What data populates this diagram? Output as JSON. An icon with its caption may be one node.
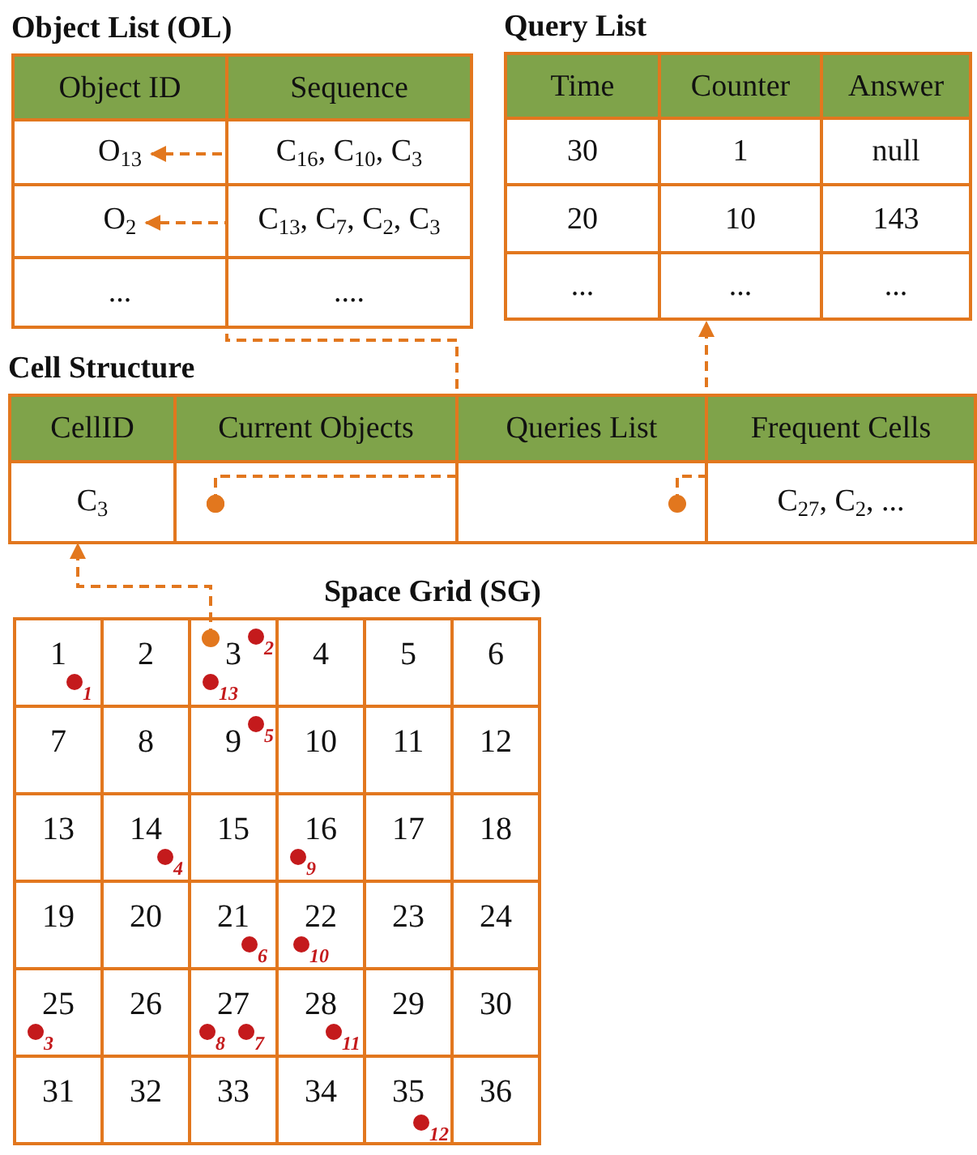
{
  "diagram": {
    "nodes": [
      {
        "text": [
          "Object List (OL)"
        ]
      },
      {
        "text": [
          "Object ID"
        ],
        "in": 0
      },
      {
        "text": [
          "Sequence"
        ],
        "in": 0
      },
      {
        "text": [
          "O$_{13}$"
        ],
        "in": 0
      },
      {
        "text": [
          "C$_{16}$, C$_{10}$, C$_{3}$"
        ],
        "in": 0
      },
      {
        "text": [
          "O$_{2}$"
        ],
        "in": 0
      },
      {
        "text": [
          "C$_{13}$, C$_{7}$, C$_{2}$, C$_{3}$"
        ],
        "in": 0
      },
      {
        "text": [
          "..."
        ],
        "in": 0
      },
      {
        "text": [
          "...."
        ],
        "in": 0
      },
      {
        "text": [
          "Query List"
        ]
      },
      {
        "text": [
          "Time"
        ],
        "in": 9
      },
      {
        "text": [
          "Counter"
        ],
        "in": 9
      },
      {
        "text": [
          "Answer"
        ],
        "in": 9
      },
      {
        "text": [
          "30"
        ],
        "in": 9
      },
      {
        "text": [
          "1"
        ],
        "in": 9
      },
      {
        "text": [
          "null"
        ],
        "in": 9
      },
      {
        "text": [
          "20"
        ],
        "in": 9
      },
      {
        "text": [
          "10"
        ],
        "in": 9
      },
      {
        "text": [
          "143"
        ],
        "in": 9
      },
      {
        "text": [
          "..."
        ],
        "in": 9
      },
      {
        "text": [
          "..."
        ],
        "in": 9
      },
      {
        "text": [
          "..."
        ],
        "in": 9
      },
      {
        "text": [
          "Cell Structure"
        ]
      },
      {
        "text": [
          "CellID"
        ],
        "in": 22
      },
      {
        "text": [
          "Current Objects"
        ],
        "in": 22
      },
      {
        "text": [
          "Queries List"
        ],
        "in": 22
      },
      {
        "text": [
          "Frequent Cells"
        ],
        "in": 22
      },
      {
        "text": [
          "C$_{3}$"
        ],
        "in": 22
      },
      {
        "text": [],
        "shape": "box",
        "in": 22
      },
      {
        "text": [],
        "shape": "box",
        "in": 22
      },
      {
        "text": [
          "C$_{27}$, C$_{2}$, ..."
        ],
        "in": 22
      },
      {
        "text": [
          "Space Grid (SG)"
        ]
      },
      {
        "text": [
          "1"
        ],
        "in": 31
      },
      {
        "text": [
          "2"
        ],
        "in": 31
      },
      {
        "text": [
          "3"
        ],
        "in": 31
      },
      {
        "text": [
          "4"
        ],
        "in": 31
      },
      {
        "text": [
          "5"
        ],
        "in": 31
      },
      {
        "text": [
          "6"
        ],
        "in": 31
      },
      {
        "text": [
          "7"
        ],
        "in": 31
      },
      {
        "text": [
          "8"
        ],
        "in": 31
      },
      {
        "text": [
          "9"
        ],
        "in": 31
      },
      {
        "text": [
          "10"
        ],
        "in": 31
      },
      {
        "text": [
          "11"
        ],
        "in": 31
      },
      {
        "text": [
          "12"
        ],
        "in": 31
      },
      {
        "text": [
          "13"
        ],
        "in": 31
      },
      {
        "text": [
          "14"
        ],
        "in": 31
      },
      {
        "text": [
          "15"
        ],
        "in": 31
      },
      {
        "text": [
          "16"
        ],
        "in": 31
      },
      {
        "text": [
          "17"
        ],
        "in": 31
      },
      {
        "text": [
          "18"
        ],
        "in": 31
      },
      {
        "text": [
          "19"
        ],
        "in": 31
      },
      {
        "text": [
          "20"
        ],
        "in": 31
      },
      {
        "text": [
          "21"
        ],
        "in": 31
      },
      {
        "text": [
          "22"
        ],
        "in": 31
      },
      {
        "text": [
          "23"
        ],
        "in": 31
      },
      {
        "text": [
          "24"
        ],
        "in": 31
      },
      {
        "text": [
          "25"
        ],
        "in": 31
      },
      {
        "text": [
          "26"
        ],
        "in": 31
      },
      {
        "text": [
          "27"
        ],
        "in": 31
      },
      {
        "text": [
          "28"
        ],
        "in": 31
      },
      {
        "text": [
          "29"
        ],
        "in": 31
      },
      {
        "text": [
          "30"
        ],
        "in": 31
      },
      {
        "text": [
          "31"
        ],
        "in": 31
      },
      {
        "text": [
          "32"
        ],
        "in": 31
      },
      {
        "text": [
          "33"
        ],
        "in": 31
      },
      {
        "text": [
          "34"
        ],
        "in": 31
      },
      {
        "text": [
          "35"
        ],
        "in": 31
      },
      {
        "text": [
          "36"
        ],
        "in": 31
      }
    ],
    "edges": [
      {
        "from": 28,
        "to": 3,
        "arrow": "to",
        "style": "dashed"
      },
      {
        "from": 28,
        "to": 5,
        "arrow": "to",
        "style": "dashed"
      },
      {
        "from": 29,
        "to": 9,
        "arrow": "to",
        "style": "dashed"
      },
      {
        "from": 34,
        "to": 27,
        "arrow": "to",
        "style": "dashed"
      }
    ],
    "labels": [
      "2",
      "1",
      "13",
      "5",
      "4",
      "9",
      "6",
      "10",
      "3",
      "8",
      "7",
      "11",
      "12"
    ]
  }
}
